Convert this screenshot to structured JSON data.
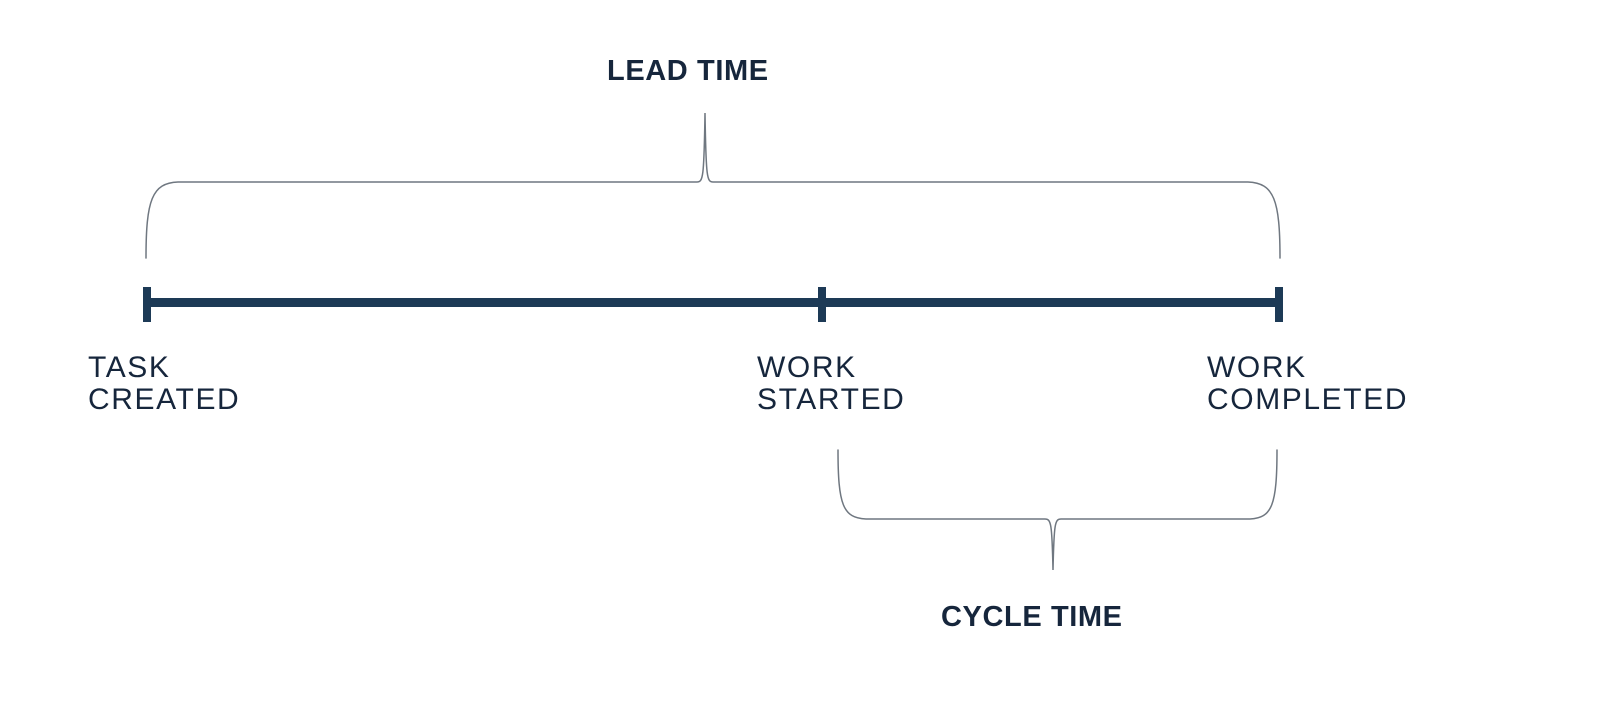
{
  "diagram": {
    "title_top": "LEAD TIME",
    "title_bottom": "CYCLE TIME",
    "background_color": "#ffffff",
    "accent_color": "#1d3a56",
    "text_color": "#16263c",
    "brace_color": "#6f7780",
    "milestones": [
      {
        "id": "task-created",
        "line1": "TASK",
        "line2": "CREATED"
      },
      {
        "id": "work-started",
        "line1": "WORK",
        "line2": "STARTED"
      },
      {
        "id": "work-completed",
        "line1": "WORK",
        "line2": "COMPLETED"
      }
    ],
    "braces": [
      {
        "id": "lead-time-brace",
        "label": "LEAD TIME",
        "from": "task-created",
        "to": "work-completed",
        "direction": "up"
      },
      {
        "id": "cycle-time-brace",
        "label": "CYCLE TIME",
        "from": "work-started",
        "to": "work-completed",
        "direction": "down"
      }
    ]
  }
}
